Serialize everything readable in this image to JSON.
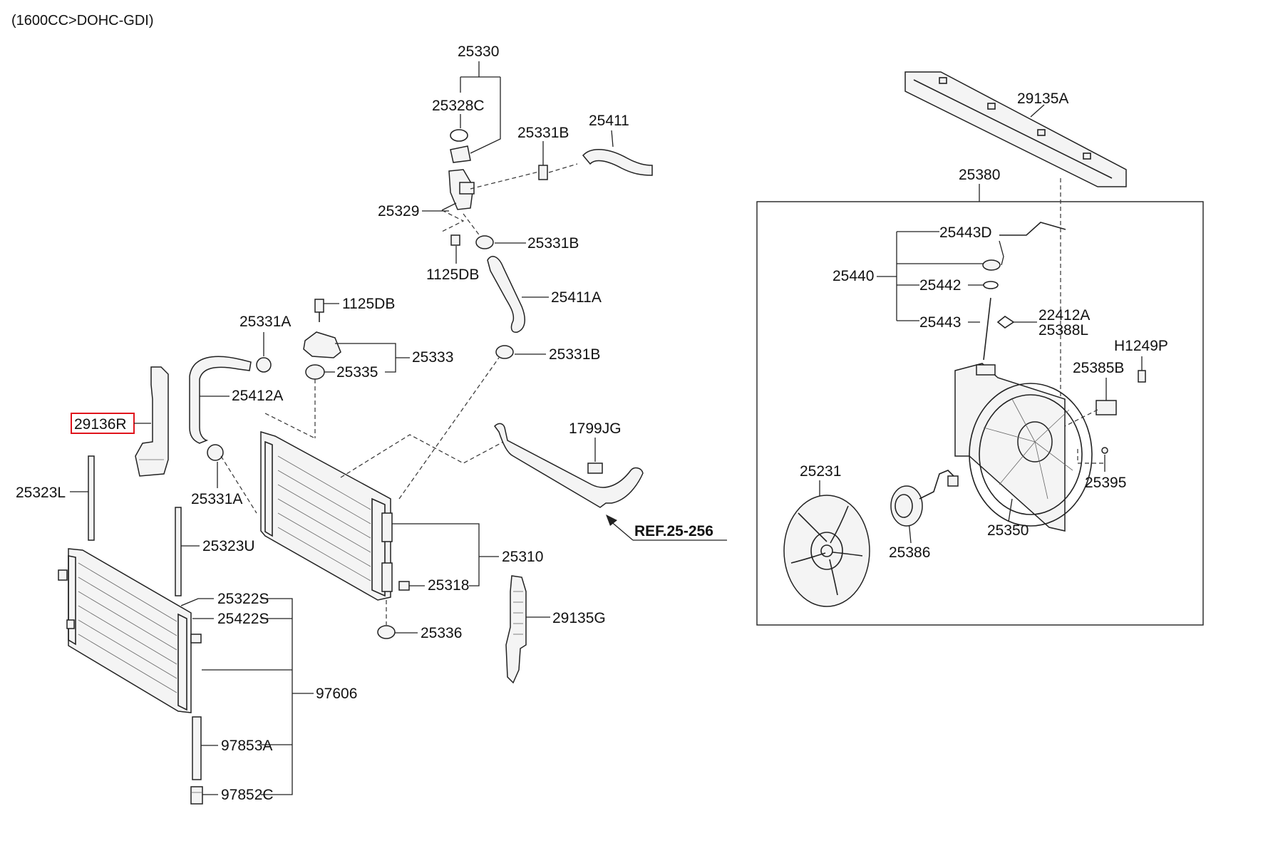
{
  "header": {
    "engine_spec": "(1600CC>DOHC-GDI)"
  },
  "reference_label": "REF.25-256",
  "highlighted_part": "29136R",
  "labels": {
    "p25330": "25330",
    "p25328C": "25328C",
    "p25331B_a": "25331B",
    "p25411": "25411",
    "p25329": "25329",
    "p25331B_b": "25331B",
    "p1125DB_a": "1125DB",
    "p25411A": "25411A",
    "p1125DB_b": "1125DB",
    "p25331A_a": "25331A",
    "p25333": "25333",
    "p25335": "25335",
    "p25331B_c": "25331B",
    "p25412A": "25412A",
    "p29136R": "29136R",
    "p1799JG": "1799JG",
    "p25323L": "25323L",
    "p25331A_b": "25331A",
    "p25323U": "25323U",
    "p25310": "25310",
    "p25318": "25318",
    "p25322S": "25322S",
    "p25422S": "25422S",
    "p25336": "25336",
    "p29135G": "29135G",
    "p97606": "97606",
    "p97853A": "97853A",
    "p97852C": "97852C",
    "p29135A": "29135A",
    "p25380": "25380",
    "p25443D": "25443D",
    "p25440": "25440",
    "p25442": "25442",
    "p22412A": "22412A",
    "p25388L": "25388L",
    "p25443": "25443",
    "p H1249P": "H1249P",
    "p25385B": "25385B",
    "p25231": "25231",
    "p25395": "25395",
    "p25350": "25350",
    "p25386": "25386"
  }
}
